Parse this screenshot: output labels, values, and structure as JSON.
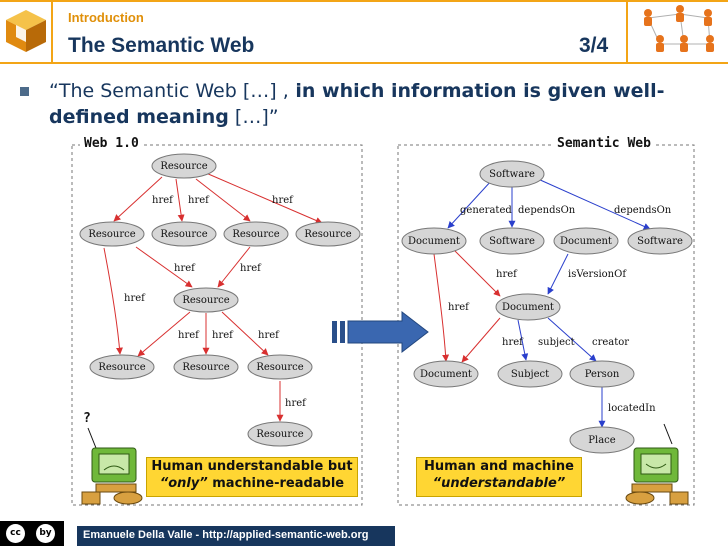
{
  "header": {
    "section": "Introduction",
    "title": "The Semantic Web",
    "page": "3/4",
    "accent_color": "#f3a516",
    "title_color": "#17365d"
  },
  "bullet": {
    "open": "“The Semantic Web […] ,",
    "bold": " in which information is given well-defined meaning",
    "close": " […]”"
  },
  "left": {
    "label": "Web 1.0",
    "question": "?",
    "note_line1": "Human understandable but",
    "note_em": "“only”",
    "note_rest": " machine-readable",
    "nodes": [
      "Resource",
      "Resource",
      "Resource",
      "Resource",
      "Resource",
      "Resource",
      "Resource",
      "Resource",
      "Resource",
      "Resource"
    ],
    "edges": [
      "href",
      "href",
      "href",
      "href",
      "href",
      "href",
      "href",
      "href",
      "href",
      "href"
    ]
  },
  "right": {
    "label": "Semantic Web",
    "note_line1": "Human and machine",
    "note_em": "“understandable”",
    "nodes": [
      "Software",
      "Document",
      "Software",
      "Document",
      "Software",
      "Document",
      "Document",
      "Subject",
      "Person",
      "Place"
    ],
    "edges": [
      "generated",
      "dependsOn",
      "dependsOn",
      "href",
      "isVersionOf",
      "href",
      "href",
      "subject",
      "creator",
      "locatedIn"
    ]
  },
  "icons": {
    "cc": "cc",
    "by": "by",
    "people_network": "people-network-icon",
    "cube_logo": "cube-logo-icon",
    "computer_user": "computer-user-icon",
    "arrow": "right-arrow-icon"
  },
  "footer": {
    "text": "Emanuele Della Valle - http://applied-semantic-web.org"
  }
}
